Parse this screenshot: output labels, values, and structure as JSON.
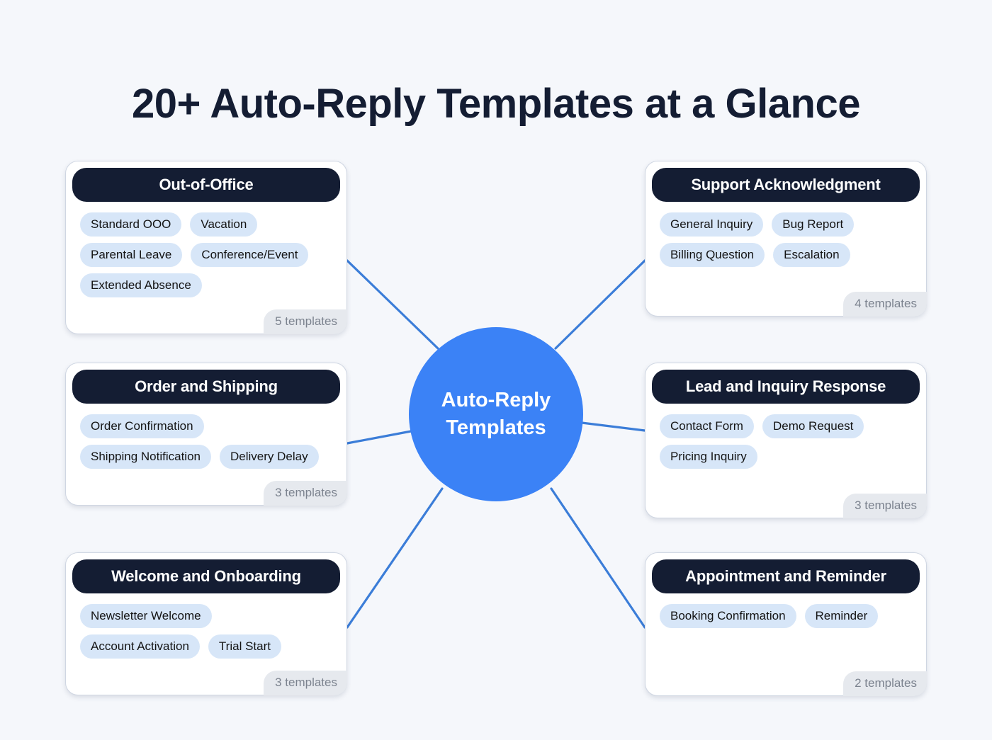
{
  "page": {
    "title": "20+ Auto-Reply Templates at a Glance",
    "background_color": "#f5f7fb"
  },
  "colors": {
    "accent_blue": "#3b82f6",
    "connector_blue": "#3b7dd8",
    "header_navy": "#141d33",
    "chip_blue": "#d7e6f8",
    "badge_gray": "#e6e9ee",
    "badge_text": "#7c838f",
    "card_border": "#cfd6e2"
  },
  "hub": {
    "line1": "Auto-Reply",
    "line2": "Templates"
  },
  "cards": [
    {
      "title": "Out-of-Office",
      "chips": [
        "Standard OOO",
        "Vacation",
        "Parental Leave",
        "Conference/Event",
        "Extended Absence"
      ],
      "badge": "5 templates"
    },
    {
      "title": "Support Acknowledgment",
      "chips": [
        "General Inquiry",
        "Bug Report",
        "Billing Question",
        "Escalation"
      ],
      "badge": "4 templates"
    },
    {
      "title": "Order and Shipping",
      "chips": [
        "Order Confirmation",
        "Shipping Notification",
        "Delivery Delay"
      ],
      "badge": "3 templates"
    },
    {
      "title": "Lead and Inquiry Response",
      "chips": [
        "Contact Form",
        "Demo Request",
        "Pricing Inquiry"
      ],
      "badge": "3 templates"
    },
    {
      "title": "Welcome and Onboarding",
      "chips": [
        "Newsletter Welcome",
        "Account Activation",
        "Trial Start"
      ],
      "badge": "3 templates"
    },
    {
      "title": "Appointment and Reminder",
      "chips": [
        "Booking Confirmation",
        "Reminder"
      ],
      "badge": "2 templates"
    }
  ],
  "chart_data": {
    "type": "diagram",
    "diagram_kind": "mind-map",
    "center": "Auto-Reply Templates",
    "title": "20+ Auto-Reply Templates at a Glance",
    "branches": [
      {
        "name": "Out-of-Office",
        "count": 5,
        "items": [
          "Standard OOO",
          "Vacation",
          "Parental Leave",
          "Conference/Event",
          "Extended Absence"
        ]
      },
      {
        "name": "Support Acknowledgment",
        "count": 4,
        "items": [
          "General Inquiry",
          "Bug Report",
          "Billing Question",
          "Escalation"
        ]
      },
      {
        "name": "Order and Shipping",
        "count": 3,
        "items": [
          "Order Confirmation",
          "Shipping Notification",
          "Delivery Delay"
        ]
      },
      {
        "name": "Lead and Inquiry Response",
        "count": 3,
        "items": [
          "Contact Form",
          "Demo Request",
          "Pricing Inquiry"
        ]
      },
      {
        "name": "Welcome and Onboarding",
        "count": 3,
        "items": [
          "Newsletter Welcome",
          "Account Activation",
          "Trial Start"
        ]
      },
      {
        "name": "Appointment and Reminder",
        "count": 2,
        "items": [
          "Booking Confirmation",
          "Reminder"
        ]
      }
    ],
    "total_templates": 20
  }
}
